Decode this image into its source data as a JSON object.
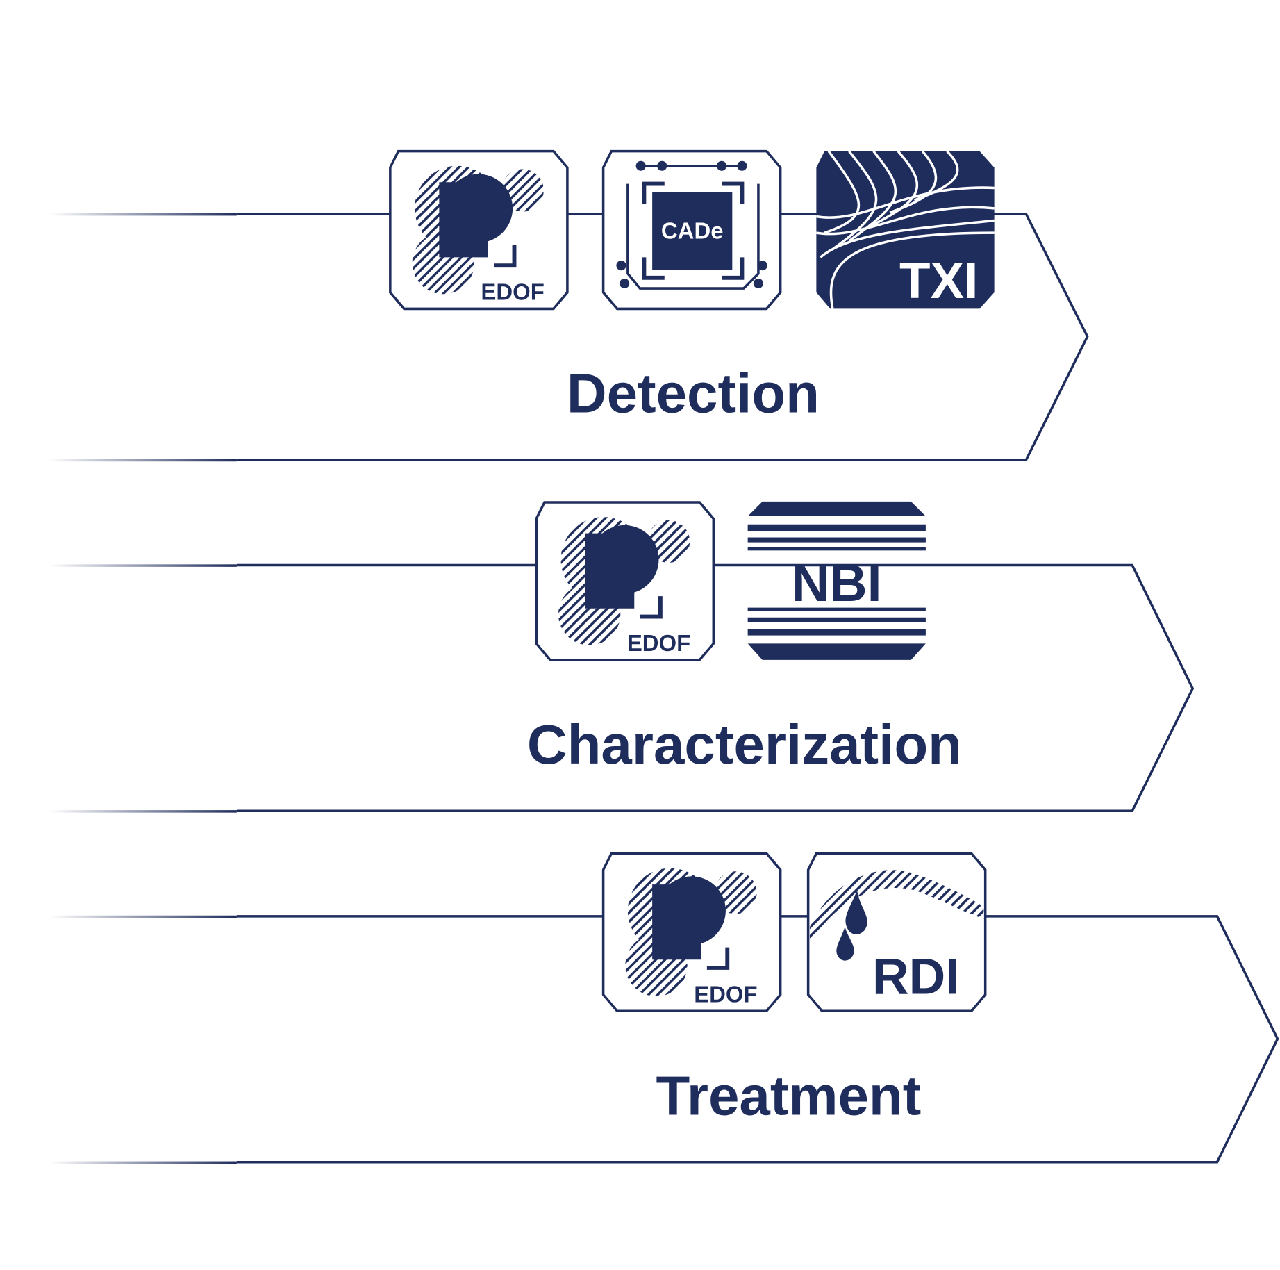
{
  "colors": {
    "primary": "#1f2d5c",
    "background": "#ffffff"
  },
  "stages": [
    {
      "label": "Detection",
      "icons": [
        "EDOF",
        "CADe",
        "TXI"
      ]
    },
    {
      "label": "Characterization",
      "icons": [
        "EDOF",
        "NBI"
      ]
    },
    {
      "label": "Treatment",
      "icons": [
        "EDOF",
        "RDI"
      ]
    }
  ]
}
